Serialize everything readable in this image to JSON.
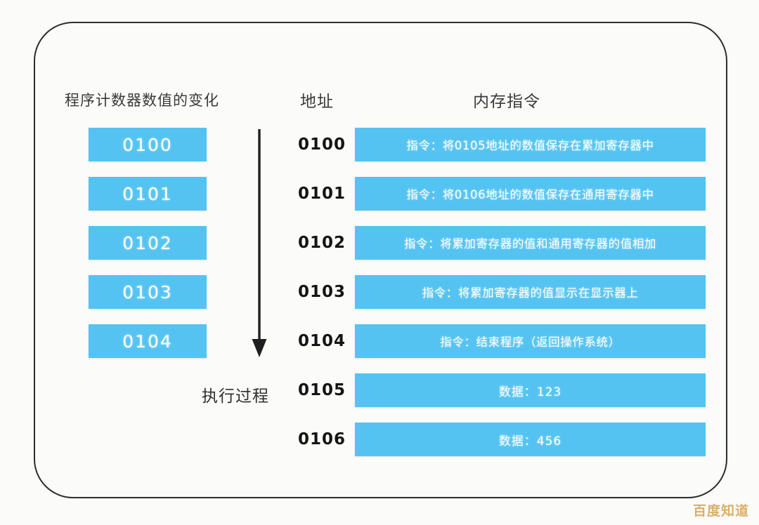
{
  "headers": {
    "program_counter": "程序计数器数值的变化",
    "address": "地址",
    "memory_instruction": "内存指令"
  },
  "execution": {
    "label": "执行过程",
    "arrow_icon": "arrow-down-icon"
  },
  "program_counter_values": [
    "0100",
    "0101",
    "0102",
    "0103",
    "0104"
  ],
  "memory_rows": [
    {
      "address": "0100",
      "content": "指令：将0105地址的数值保存在累加寄存器中",
      "kind": "instruction"
    },
    {
      "address": "0101",
      "content": "指令：将0106地址的数值保存在通用寄存器中",
      "kind": "instruction"
    },
    {
      "address": "0102",
      "content": "指令：将累加寄存器的值和通用寄存器的值相加",
      "kind": "instruction"
    },
    {
      "address": "0103",
      "content": "指令：将累加寄存器的值显示在显示器上",
      "kind": "instruction"
    },
    {
      "address": "0104",
      "content": "指令：结束程序（返回操作系统）",
      "kind": "instruction"
    },
    {
      "address": "0105",
      "content": "数据：123",
      "kind": "data"
    },
    {
      "address": "0106",
      "content": "数据：456",
      "kind": "data"
    }
  ],
  "watermark": "百度知道",
  "colors": {
    "bar_blue": "#54c3f1",
    "card_border": "#2e2e2e",
    "background": "#fbfbfa",
    "watermark_gold": "#d9ad5e",
    "bar_text": "#ffffff",
    "address_text": "#141414"
  }
}
